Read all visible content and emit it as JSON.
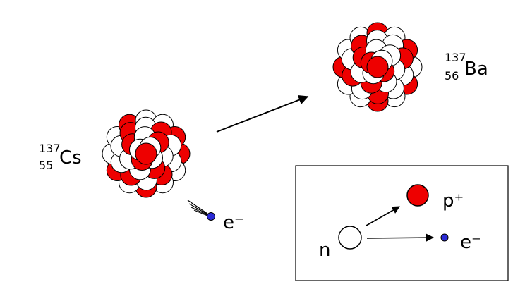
{
  "colors": {
    "proton": "#ee0000",
    "neutron": "#ffffff",
    "electron": "#2b2bd6",
    "stroke": "#000000",
    "background": "#ffffff"
  },
  "cesium": {
    "mass_number": "137",
    "atomic_number": "55",
    "symbol": "Cs"
  },
  "barium": {
    "mass_number": "137",
    "atomic_number": "56",
    "symbol": "Ba"
  },
  "emitted_electron": {
    "label": "e⁻"
  },
  "legend": {
    "neutron_label": "n",
    "proton_label": "p⁺",
    "electron_label": "e⁻"
  }
}
